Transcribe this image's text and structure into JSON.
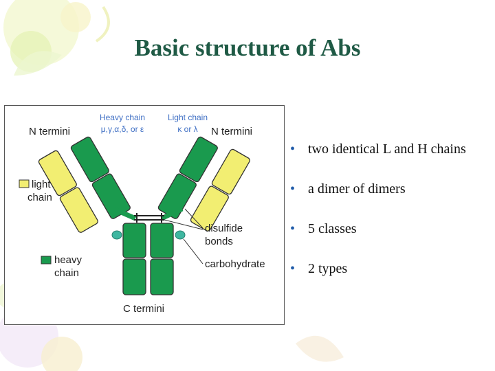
{
  "slide": {
    "title": "Basic structure of Abs"
  },
  "figure": {
    "heavy_chain_header": "Heavy chain",
    "heavy_chain_classes": "μ,γ,α,δ, or ε",
    "light_chain_header": "Light chain",
    "light_chain_types": "κ or λ",
    "n_termini_left": "N termini",
    "n_termini_right": "N termini",
    "c_termini": "C termini",
    "legend_light_line1": "light",
    "legend_light_line2": "chain",
    "legend_heavy_line1": "heavy",
    "legend_heavy_line2": "chain",
    "disulfide_line1": "disulfide",
    "disulfide_line2": "bonds",
    "carbohydrate": "carbohydrate",
    "colors": {
      "heavy": "#1a9a4e",
      "light": "#f2ee72",
      "carbohydrate": "#3fb7a1",
      "header_blue": "#3f6fc4"
    }
  },
  "bullets": [
    "two identical L and H chains",
    "a dimer of dimers",
    "5 classes",
    "2 types"
  ],
  "colors": {
    "title": "#1f5a45",
    "bullet": "#1e5aa8"
  }
}
